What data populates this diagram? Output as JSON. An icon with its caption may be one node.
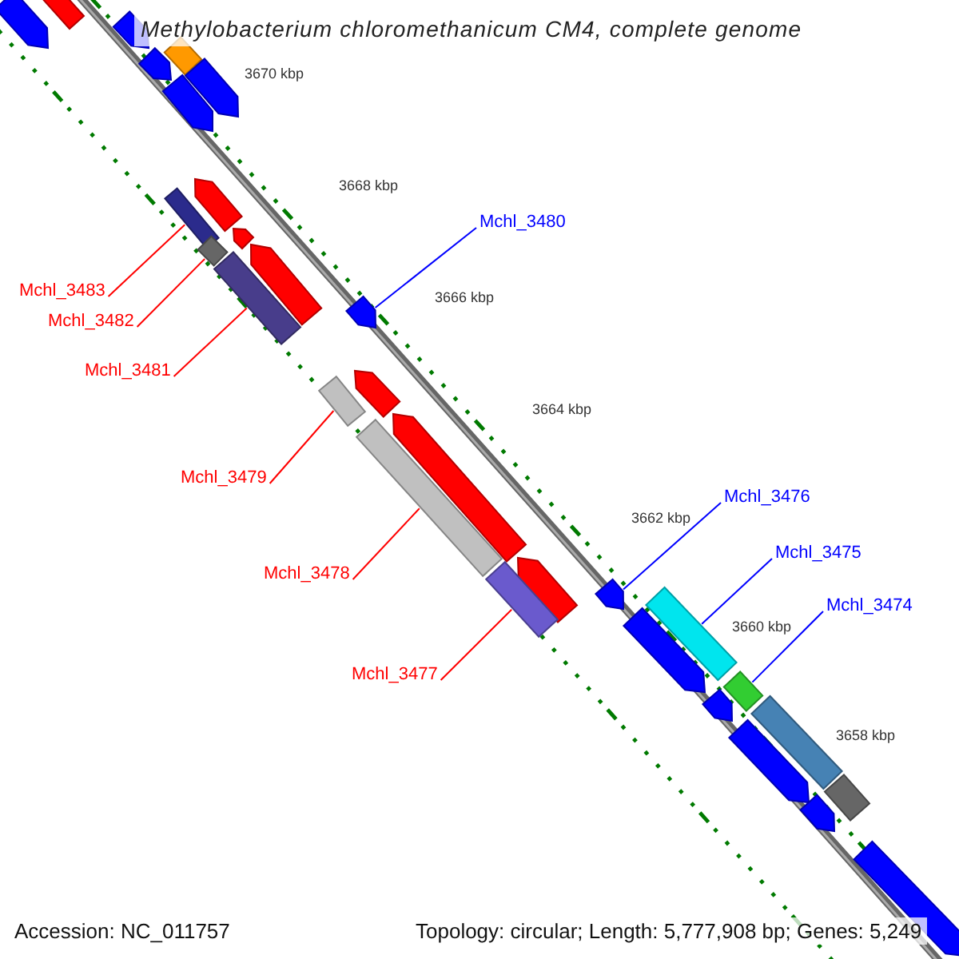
{
  "diagram": {
    "title": "Methylobacterium chloromethanicum CM4, complete genome",
    "nodes": [
      {
        "text": [
          "Mchl_3480"
        ]
      },
      {
        "text": [
          "Mchl_3483"
        ]
      },
      {
        "text": [
          "Mchl_3482"
        ]
      },
      {
        "text": [
          "Mchl_3481"
        ]
      },
      {
        "text": [
          "Mchl_3479"
        ]
      },
      {
        "text": [
          "Mchl_3476"
        ]
      },
      {
        "text": [
          "Mchl_3475"
        ]
      },
      {
        "text": [
          "Mchl_3478"
        ]
      },
      {
        "text": [
          "Mchl_3474"
        ]
      },
      {
        "text": [
          "Mchl_3477"
        ]
      },
      {
        "text": [],
        "shape": "arrow"
      },
      {
        "text": [],
        "shape": "bar"
      },
      {
        "text": [],
        "shape": "arrow"
      },
      {
        "text": [],
        "shape": "bar"
      },
      {
        "text": [],
        "shape": "arrow"
      },
      {
        "text": [],
        "shape": "arrow"
      },
      {
        "text": [],
        "shape": "arrow"
      },
      {
        "text": [],
        "shape": "arrow"
      },
      {
        "text": [],
        "shape": "bar"
      },
      {
        "text": [],
        "shape": "arrow"
      },
      {
        "text": [],
        "shape": "bar"
      },
      {
        "text": [],
        "shape": "arrow"
      },
      {
        "text": [],
        "shape": "bar"
      },
      {
        "text": [],
        "shape": "arrow"
      },
      {
        "text": [],
        "shape": "arrow"
      },
      {
        "text": [],
        "shape": "bar"
      },
      {
        "text": [],
        "shape": "arrow"
      },
      {
        "text": [],
        "shape": "bar"
      },
      {
        "text": [],
        "shape": "arrow"
      },
      {
        "text": [],
        "shape": "bar"
      },
      {
        "text": [],
        "shape": "arrow"
      },
      {
        "text": [],
        "shape": "bar"
      },
      {
        "text": [],
        "shape": "arrow"
      },
      {
        "text": [],
        "shape": "bar"
      },
      {
        "text": [],
        "shape": "arrow"
      },
      {
        "text": [],
        "shape": "bar"
      },
      {
        "text": [],
        "shape": "arrow"
      },
      {
        "text": [],
        "shape": "bar"
      },
      {
        "text": [],
        "shape": "arrow"
      },
      {
        "text": [],
        "shape": "arrow"
      }
    ],
    "edges": [
      {
        "from": 0,
        "to": 23,
        "arrow": "none",
        "color": "#0000ff"
      },
      {
        "from": 1,
        "to": 18,
        "arrow": "none"
      },
      {
        "from": 2,
        "to": 20,
        "arrow": "none"
      },
      {
        "from": 3,
        "to": 22,
        "arrow": "none"
      },
      {
        "from": 4,
        "to": 25,
        "arrow": "none"
      },
      {
        "from": 5,
        "to": 30,
        "arrow": "none",
        "color": "#0000ff"
      },
      {
        "from": 6,
        "to": 31,
        "arrow": "none",
        "color": "#0000ff"
      },
      {
        "from": 7,
        "to": 27,
        "arrow": "none"
      },
      {
        "from": 8,
        "to": 33,
        "arrow": "none",
        "color": "#0000ff"
      },
      {
        "from": 9,
        "to": 29,
        "arrow": "none"
      }
    ],
    "labels": [
      "3670 kbp",
      "3668 kbp",
      "3666 kbp",
      "3664 kbp",
      "3662 kbp",
      "3660 kbp",
      "3658 kbp",
      "Accession: NC_011757",
      "Topology: circular; Length: 5,777,908 bp; Genes: 5,249"
    ]
  }
}
